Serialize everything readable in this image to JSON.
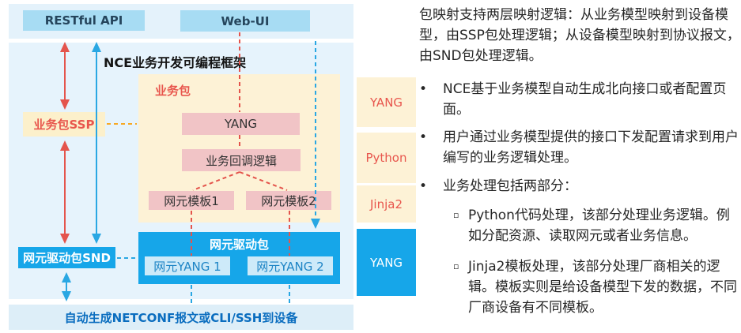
{
  "diagram": {
    "top_band": {
      "restful_api": "RESTful API",
      "web_ui": "Web-UI"
    },
    "framework_title": "NCE业务开发可编程框架",
    "service_package": {
      "label": "业务包",
      "yang": "YANG",
      "callback": "业务回调逻辑",
      "template1": "网元模板1",
      "template2": "网元模板2"
    },
    "ssp_label": "业务包SSP",
    "snd_label": "网元驱动包SND",
    "driver_package": {
      "label": "网元驱动包",
      "ne_yang1": "网元YANG 1",
      "ne_yang2": "网元YANG 2"
    },
    "right_column": {
      "yang_top": "YANG",
      "python": "Python",
      "jinja2": "Jinja2",
      "yang_bottom": "YANG"
    },
    "bottom_banner": "自动生成NETCONF报文或CLI/SSH到设备"
  },
  "text_panel": {
    "bullet_marker": "•",
    "sub_bullet_marker": "▫",
    "intro": "包映射支持两层映射逻辑：从业务模型映射到设备模型，由SSP包处理逻辑；从设备模型映射到协议报文，由SND包处理逻辑。",
    "bullets": [
      {
        "text": "NCE基于业务模型自动生成北向接口或者配置页面。"
      },
      {
        "text": "用户通过业务模型提供的接口下发配置请求到用户编写的业务逻辑处理。"
      },
      {
        "text": "业务处理包括两部分：",
        "children": [
          {
            "text": "Python代码处理，该部分处理业务逻辑。例如分配资源、读取网元或者业务信息。"
          },
          {
            "text": "Jinja2模板处理，该部分处理厂商相关的逻辑。模板实则是给设备模型下发的数据，不同厂商设备有不同模板。"
          }
        ]
      }
    ]
  },
  "colors": {
    "band_bg": "#e4f2fb",
    "panel_bg": "#e6f3fc",
    "top_box_bg": "#a7dcf3",
    "cream_bg": "#fdf2d6",
    "pink_bg": "#f1c4c6",
    "accent_red": "#e8564d",
    "bright_blue": "#16a6e9",
    "inner_blue_bg": "#cdeaf9",
    "banner_text": "#0a6dbf",
    "arrow_red": "#e4544c",
    "arrow_blue": "#29a7e3",
    "dash_orange": "#f7a823"
  }
}
